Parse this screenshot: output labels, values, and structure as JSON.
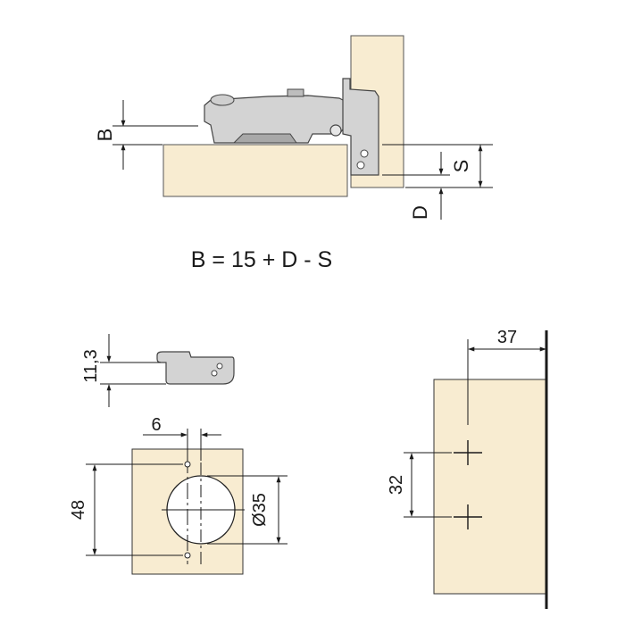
{
  "diagram": {
    "labels": {
      "b": "B",
      "s": "S",
      "d": "D",
      "formula": "B = 15 + D - S",
      "height": "11,3",
      "offset_6": "6",
      "dim_48": "48",
      "dia_35": "Ø35",
      "dim_37": "37",
      "dim_32": "32"
    },
    "colors": {
      "wood": "#f8ecd1",
      "metal": "#d3d3d3",
      "metal_dark": "#a8a8a8",
      "line": "#1a1a1a"
    }
  }
}
